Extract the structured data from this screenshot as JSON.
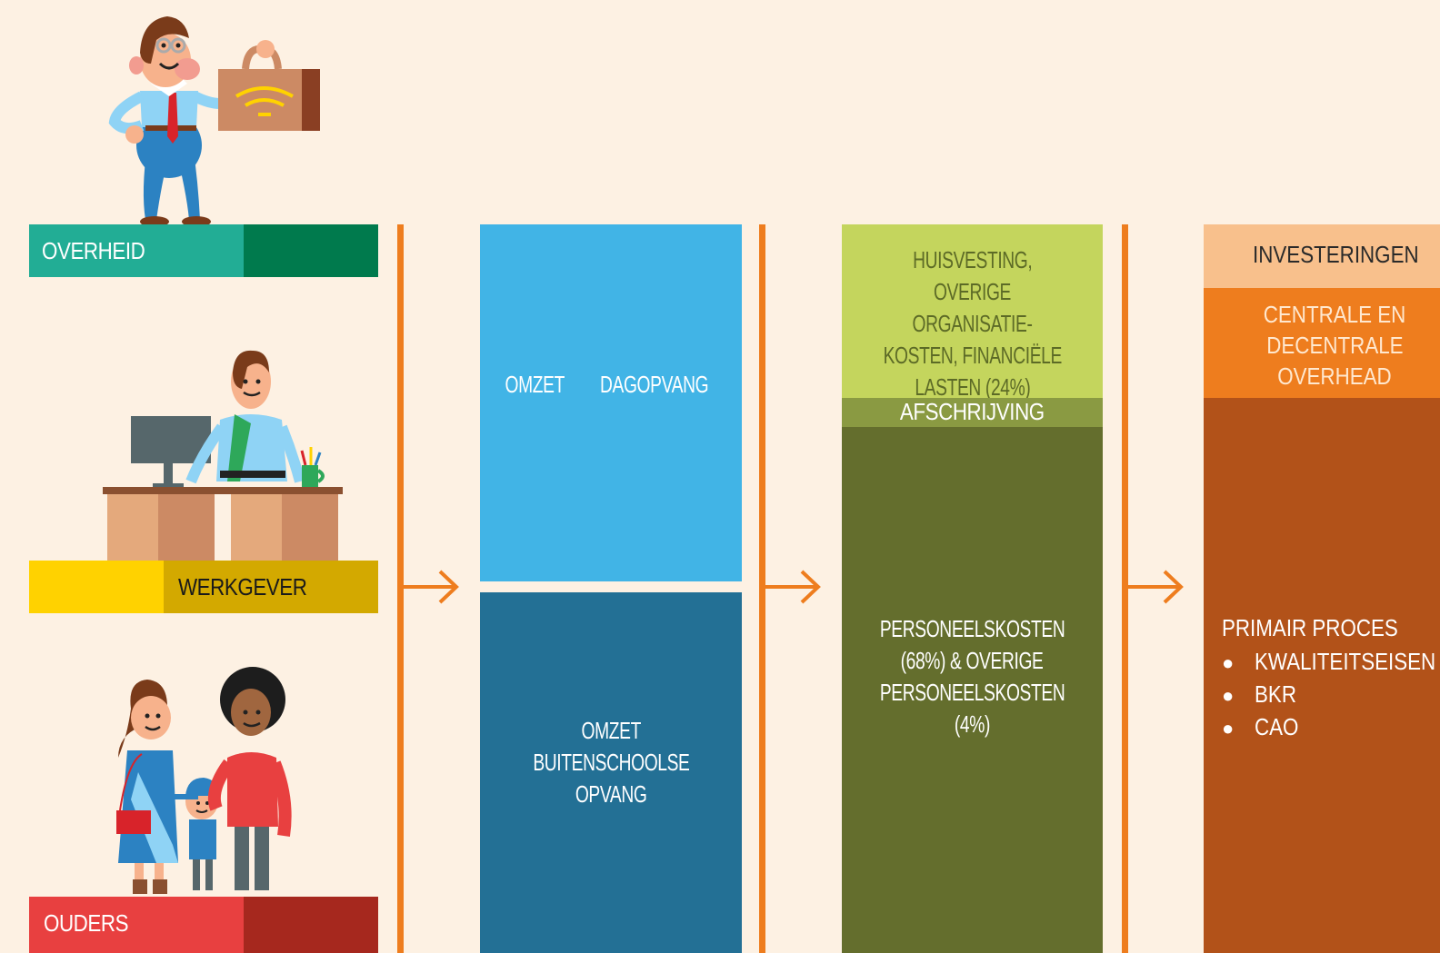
{
  "stakeholders": {
    "overheid": {
      "label": "OVERHEID",
      "colors": [
        "#22ad95",
        "#007a4d"
      ]
    },
    "werkgever": {
      "label": "WERKGEVER",
      "colors": [
        "#ffd200",
        "#d3a900"
      ]
    },
    "ouders": {
      "label": "OUDERS",
      "colors": [
        "#e84040",
        "#a6281e"
      ]
    }
  },
  "column_omzet": {
    "dagopvang": [
      "OMZET",
      "DAGOPVANG"
    ],
    "buitenschoolse": [
      "OMZET",
      "BUITENSCHOOLSE",
      "OPVANG"
    ]
  },
  "column_kosten": {
    "huisvesting": [
      "HUISVESTING,",
      "OVERIGE ORGANISATIE-",
      "KOSTEN, FINANCIËLE",
      "LASTEN (24%)"
    ],
    "afschrijving": "AFSCHRIJVING",
    "personeel": [
      "PERSONEELSKOSTEN",
      "(68%) & OVERIGE",
      "PERSONEELSKOSTEN",
      "(4%)"
    ]
  },
  "column_processen": {
    "investeringen": "INVESTERINGEN",
    "overhead": [
      "CENTRALE EN",
      "DECENTRALE",
      "OVERHEAD"
    ],
    "primair_title": "PRIMAIR PROCES",
    "primair_items": [
      "KWALITEITSEISEN",
      "BKR",
      "CAO"
    ]
  },
  "colors": {
    "background": "#fdf1e3",
    "accent_orange": "#ee7d1e",
    "omzet_light": "#41b4e6",
    "omzet_dark": "#237095",
    "kosten_light": "#c4d55d",
    "kosten_mid": "#8a9a42",
    "kosten_dark": "#646e2d",
    "proc_light": "#f8c08c",
    "proc_mid": "#ee7d1e",
    "proc_dark": "#b25219"
  }
}
